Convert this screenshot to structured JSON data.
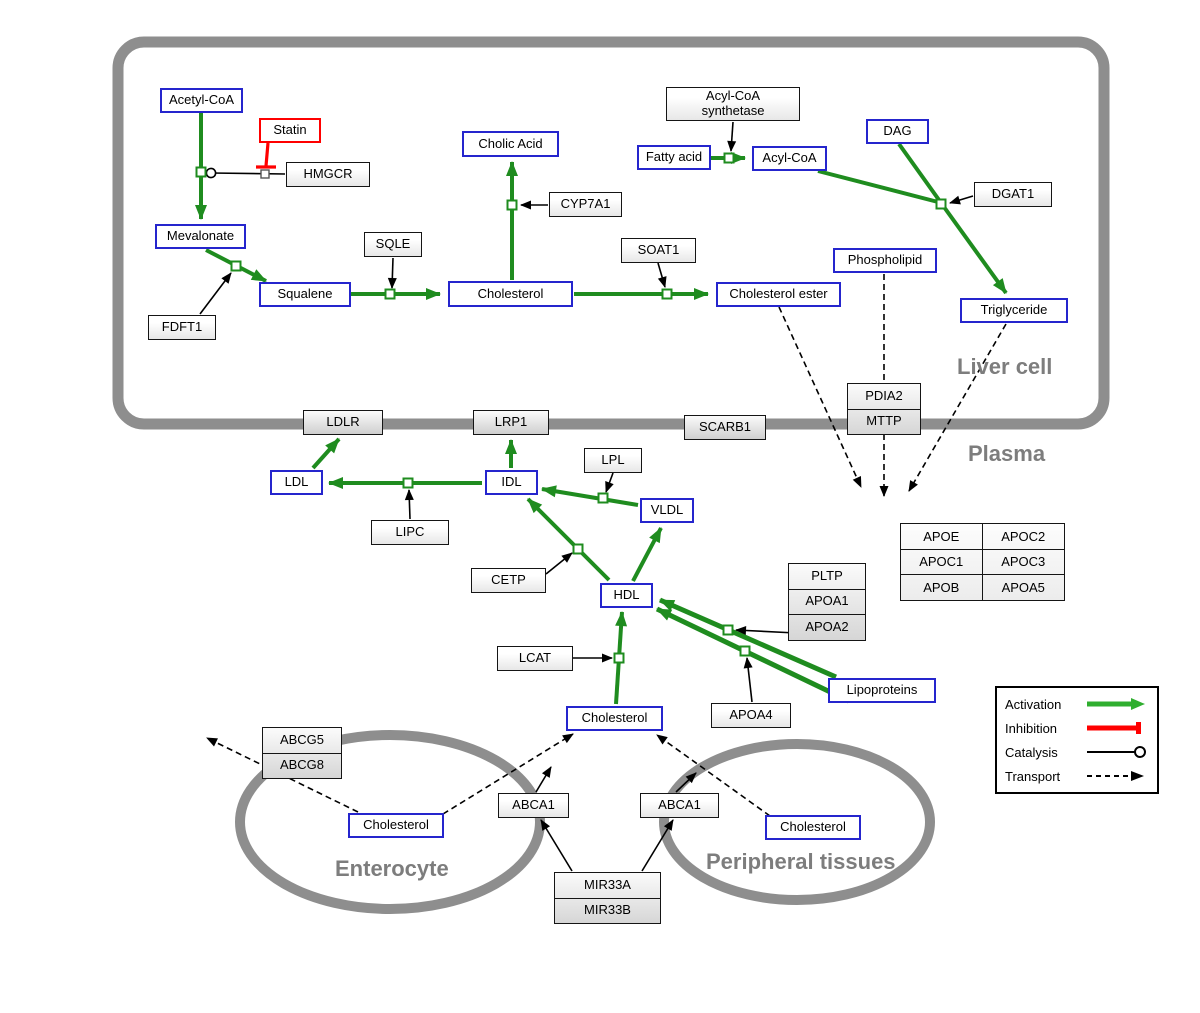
{
  "diagram": {
    "compartments": {
      "liver": "Liver cell",
      "plasma": "Plasma",
      "enterocyte": "Enterocyte",
      "peripheral": "Peripheral tissues"
    },
    "metabolites": {
      "acetyl_coa": "Acetyl-CoA",
      "mevalonate": "Mevalonate",
      "squalene": "Squalene",
      "cholic_acid": "Cholic Acid",
      "cholesterol_liver": "Cholesterol",
      "cholesterol_ester": "Cholesterol ester",
      "fatty_acid": "Fatty acid",
      "acyl_coa": "Acyl-CoA",
      "dag": "DAG",
      "phospholipid": "Phospholipid",
      "triglyceride": "Triglyceride",
      "ldl": "LDL",
      "idl": "IDL",
      "vldl": "VLDL",
      "hdl": "HDL",
      "lipoproteins": "Lipoproteins",
      "cholesterol_plasma": "Cholesterol",
      "cholesterol_enterocyte": "Cholesterol",
      "cholesterol_peripheral": "Cholesterol"
    },
    "drug": {
      "statin": "Statin"
    },
    "proteins": {
      "hmgcr": "HMGCR",
      "fdft1": "FDFT1",
      "sqle": "SQLE",
      "cyp7a1": "CYP7A1",
      "soat1": "SOAT1",
      "acyl_coa_synthetase_line1": "Acyl-CoA",
      "acyl_coa_synthetase_line2": "synthetase",
      "dgat1": "DGAT1",
      "ldlr": "LDLR",
      "lrp1": "LRP1",
      "scarb1": "SCARB1",
      "pdia2": "PDIA2",
      "mttp": "MTTP",
      "lipc": "LIPC",
      "lpl": "LPL",
      "cetp": "CETP",
      "lcat": "LCAT",
      "pltp": "PLTP",
      "apoa1": "APOA1",
      "apoa2": "APOA2",
      "apoa4": "APOA4",
      "abcg5": "ABCG5",
      "abcg8": "ABCG8",
      "abca1_enterocyte": "ABCA1",
      "abca1_peripheral": "ABCA1",
      "mir33a": "MIR33A",
      "mir33b": "MIR33B"
    },
    "apo_table": {
      "r1c1": "APOE",
      "r1c2": "APOC2",
      "r2c1": "APOC1",
      "r2c2": "APOC3",
      "r3c1": "APOB",
      "r3c2": "APOA5"
    },
    "legend": {
      "activation": "Activation",
      "inhibition": "Inhibition",
      "catalysis": "Catalysis",
      "transport": "Transport"
    },
    "colors": {
      "activation_green": "#1f8c1f",
      "inhibition_red": "#ff0000",
      "metabolite_border_blue": "#2525cd",
      "compartment_gray": "#8e8e8e"
    }
  }
}
